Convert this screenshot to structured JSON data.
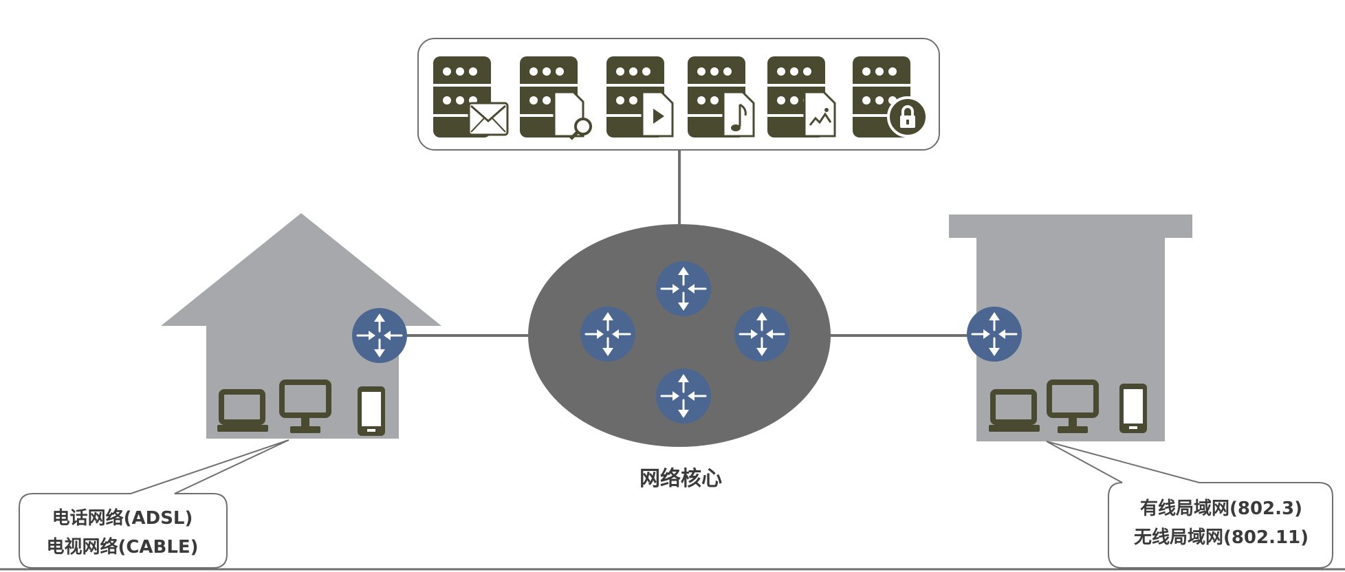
{
  "core": {
    "label": "网络核心"
  },
  "servers": {
    "items": [
      {
        "badge": "mail-icon"
      },
      {
        "badge": "document-search-icon"
      },
      {
        "badge": "video-file-icon"
      },
      {
        "badge": "music-file-icon"
      },
      {
        "badge": "image-file-icon"
      },
      {
        "badge": "lock-icon"
      }
    ]
  },
  "home_network": {
    "callout_line1": "电话网络(ADSL)",
    "callout_line2": "电视网络(CABLE)"
  },
  "enterprise_network": {
    "callout_line1": "有线局域网(802.3)",
    "callout_line2": "无线局域网(802.11)"
  },
  "colors": {
    "building": "#a7a8ab",
    "core": "#6b6b6b",
    "router": "#4a6691",
    "server": "#4a4a30",
    "link": "#6e6e6e",
    "device": "#4a4a30"
  }
}
